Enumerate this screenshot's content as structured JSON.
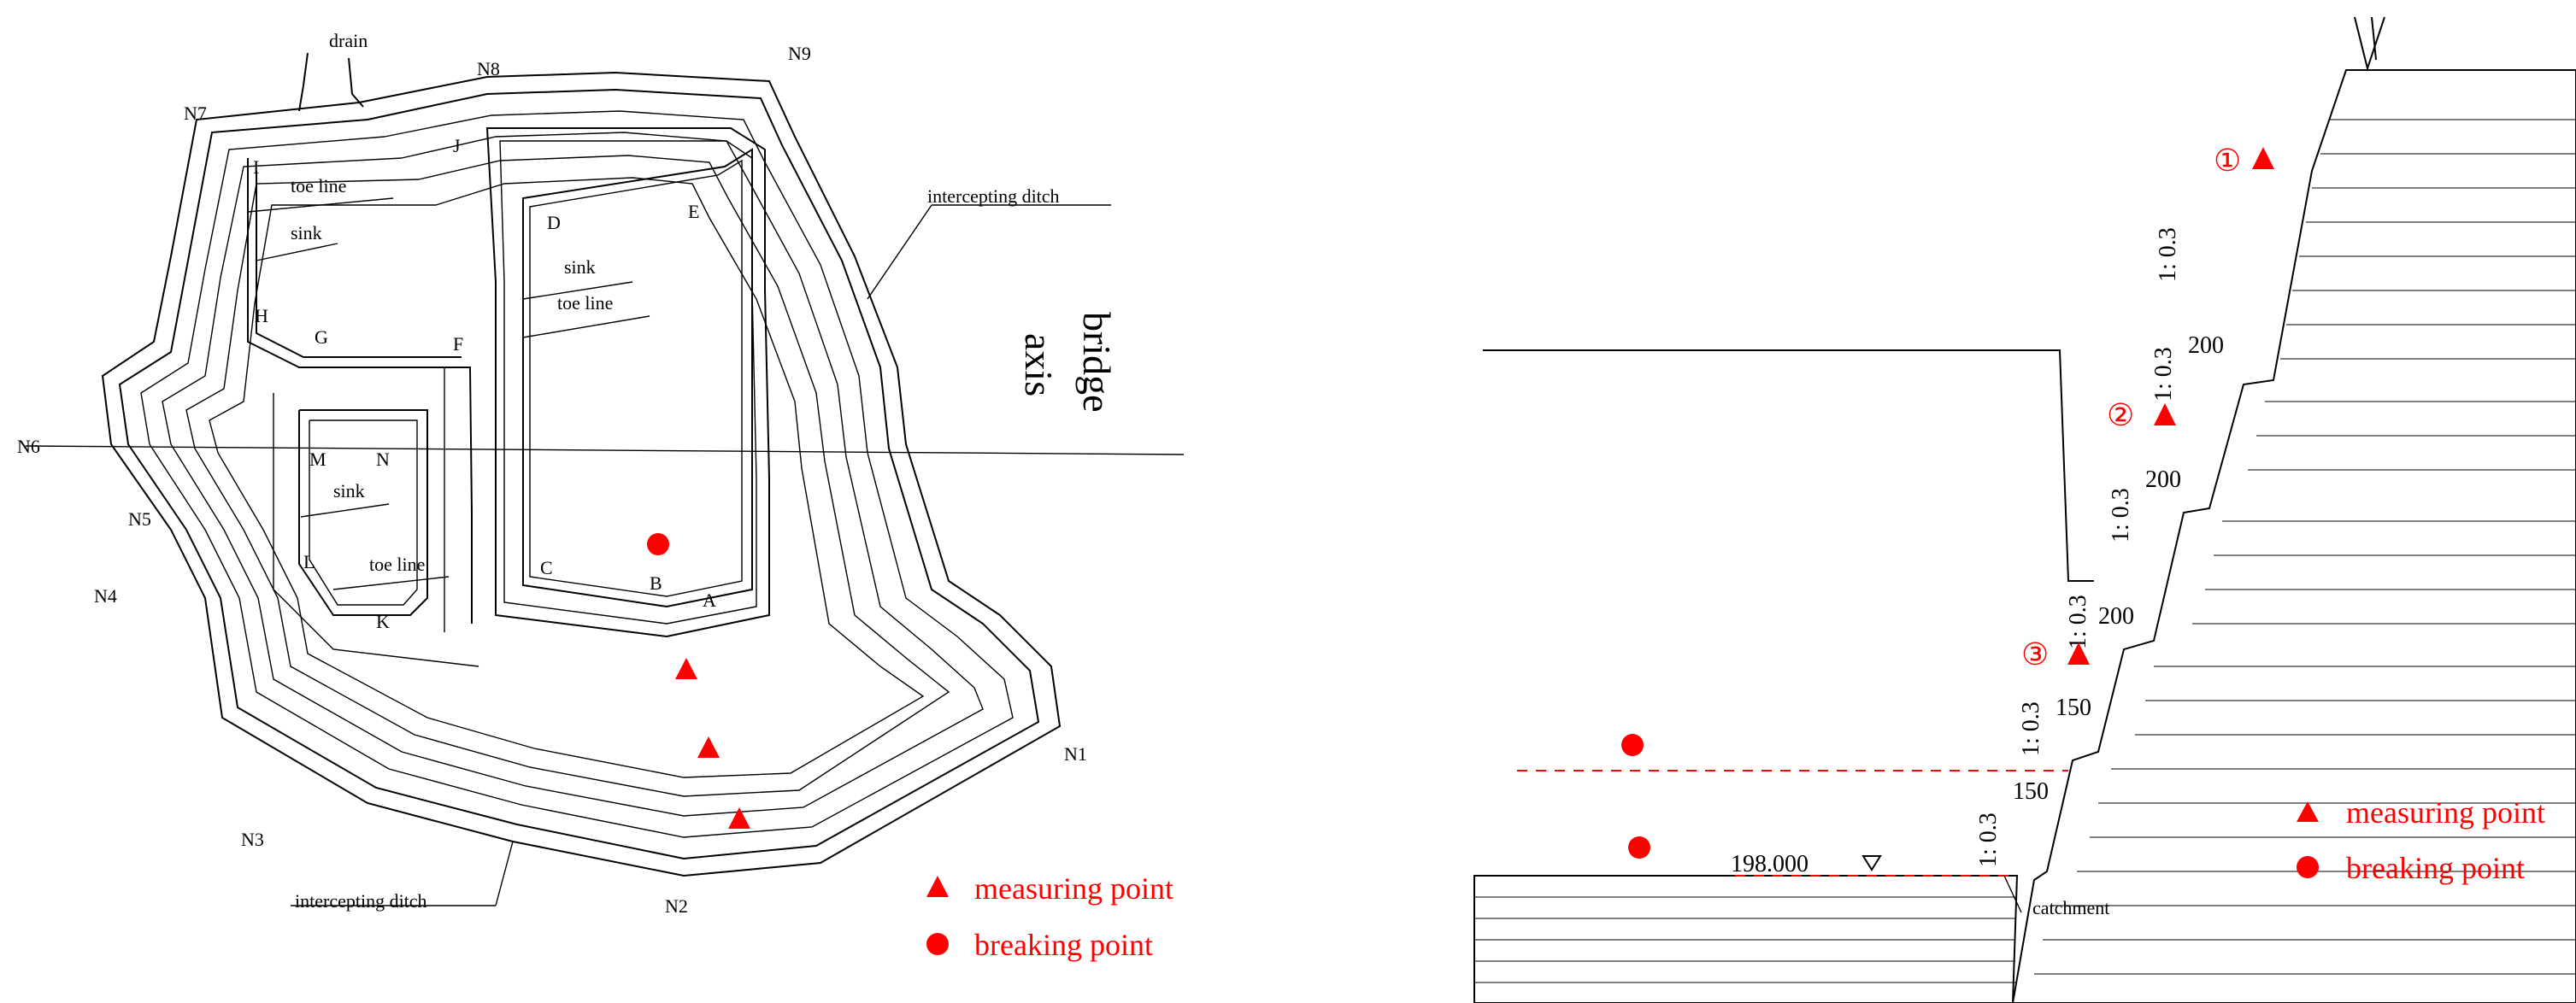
{
  "plan": {
    "pit_corners": [
      "A",
      "B",
      "C",
      "D",
      "E",
      "F",
      "G",
      "H",
      "I",
      "J",
      "K",
      "L",
      "M",
      "N"
    ],
    "boundary_nodes": [
      "N1",
      "N2",
      "N3",
      "N4",
      "N5",
      "N6",
      "N7",
      "N8",
      "N9"
    ],
    "labels": {
      "drain": "drain",
      "toe_line": "toe line",
      "sink": "sink",
      "intercepting_ditch": "intercepting ditch",
      "bridge": "bridge",
      "axis": "axis"
    },
    "legend": {
      "measuring_point": "measuring point",
      "breaking_point": "breaking point"
    }
  },
  "section": {
    "elevation": "198.000",
    "slope_ratio": "1:  0.3",
    "berm_widths": [
      "200",
      "200",
      "200",
      "150",
      "150"
    ],
    "catchment": "catchment",
    "measuring_points": [
      "①",
      "②",
      "③"
    ],
    "legend": {
      "measuring_point": "measuring point",
      "breaking_point": "breaking point"
    }
  },
  "colors": {
    "marker": "#ff0000",
    "line": "#000000",
    "background": "#ffffff"
  },
  "icons": {
    "measuring_point": "red-triangle-icon",
    "breaking_point": "red-circle-icon"
  }
}
